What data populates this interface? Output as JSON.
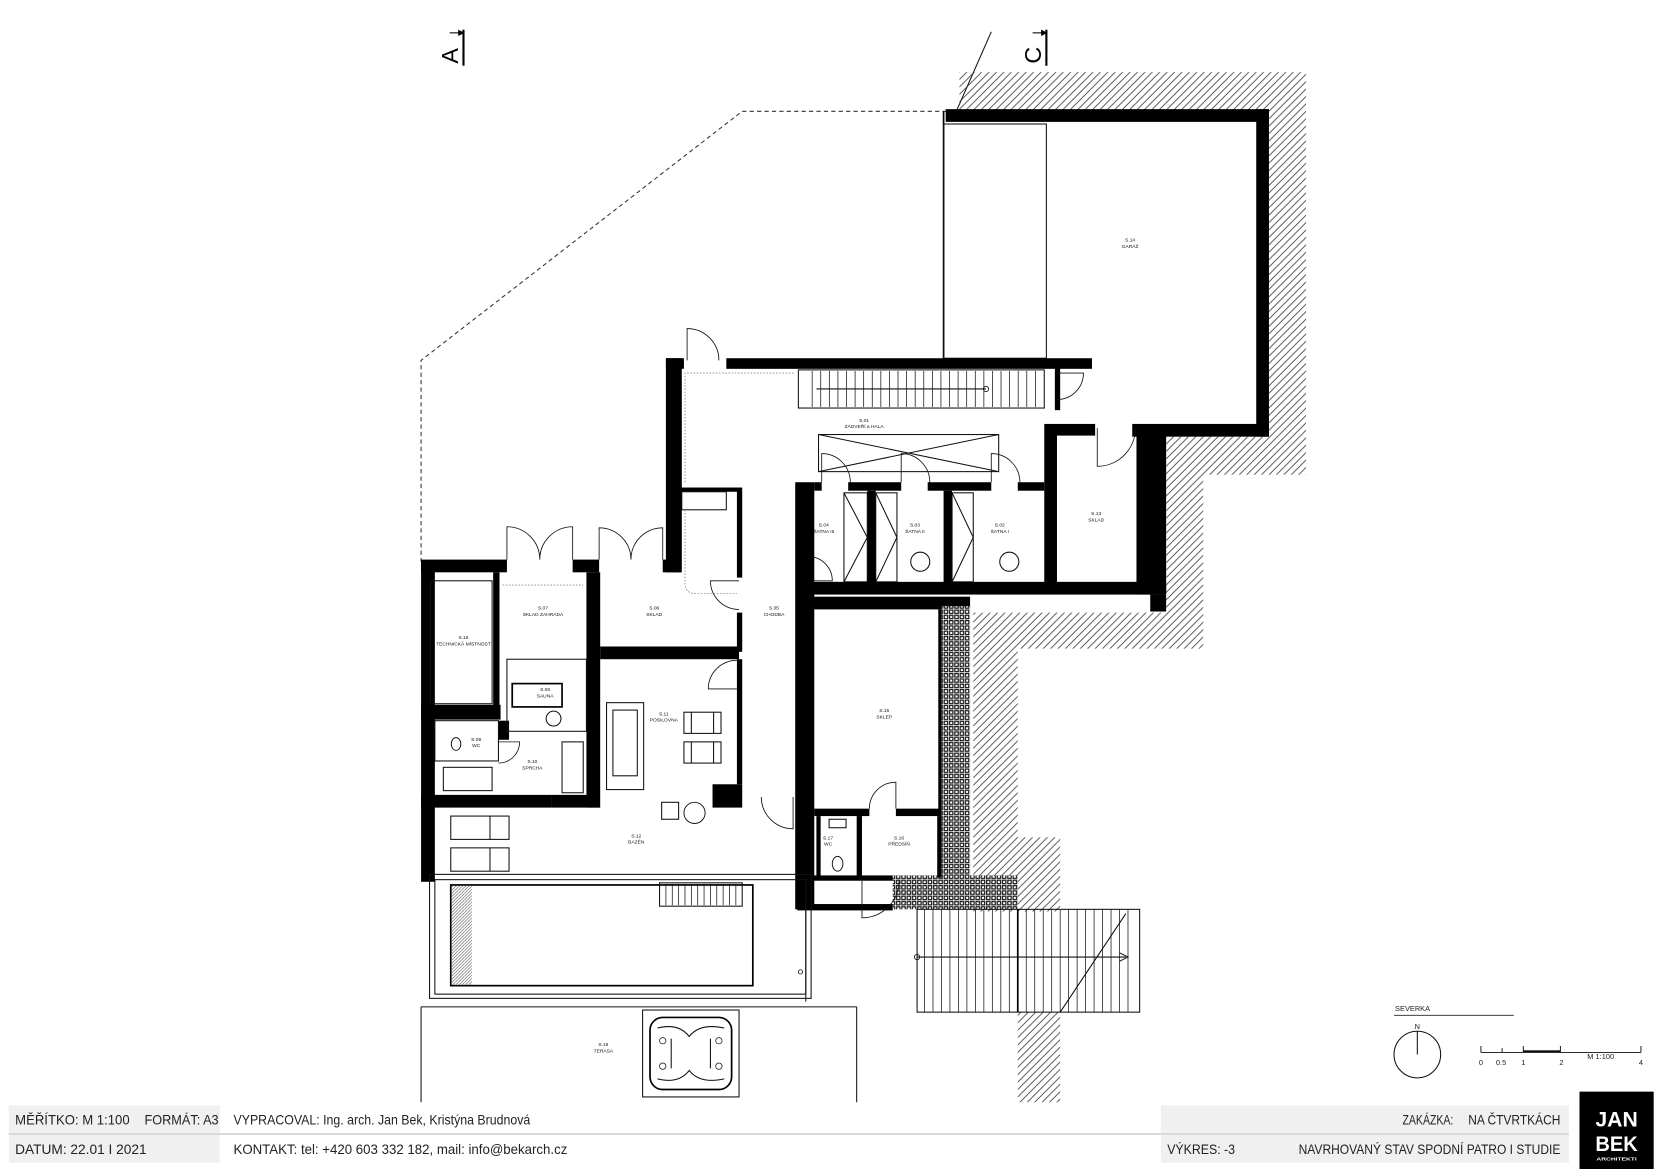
{
  "drawing": {
    "section_markers": [
      "A",
      "C"
    ],
    "rooms": [
      {
        "code": "S.01",
        "name": "ZÁDVEŘÍ a HALA"
      },
      {
        "code": "S.02",
        "name": "ŠATNA I"
      },
      {
        "code": "S.03",
        "name": "ŠATNA II"
      },
      {
        "code": "S.04",
        "name": "ŠATNA III"
      },
      {
        "code": "S.05",
        "name": "CHODBA"
      },
      {
        "code": "S.06",
        "name": "SKLAD"
      },
      {
        "code": "S.07",
        "name": "SKLAD ZAHRADA"
      },
      {
        "code": "S.08",
        "name": "SAUNA"
      },
      {
        "code": "S.09",
        "name": "WC"
      },
      {
        "code": "S.10",
        "name": "SPRCHA"
      },
      {
        "code": "S.11",
        "name": "POSILOVNA"
      },
      {
        "code": "S.12",
        "name": "BAZÉN"
      },
      {
        "code": "S.13",
        "name": "SKLAD"
      },
      {
        "code": "S.14",
        "name": "GARÁŽ"
      },
      {
        "code": "S.15",
        "name": "SKLEP"
      },
      {
        "code": "S.16",
        "name": "PŘEDSÍŇ"
      },
      {
        "code": "S.17",
        "name": "WC"
      },
      {
        "code": "S.18",
        "name": "TECHNICKÁ MÍSTNOST"
      },
      {
        "code": "S.19",
        "name": "TERASA"
      }
    ]
  },
  "legend": {
    "north_title": "SEVERKA",
    "north_letter": "N",
    "scale_ticks": [
      "0",
      "0.5",
      "1",
      "2",
      "4"
    ],
    "scale_label": "M 1:100"
  },
  "title_block": {
    "scale": "MĚŘÍTKO: M 1:100",
    "format": "FORMÁT: A3",
    "authors": "VYPRACOVAL: Ing. arch. Jan Bek, Kristýna Brudnová",
    "date": "DATUM: 22.01 I 2021",
    "contact": "KONTAKT: tel: +420 603 332 182, mail: info@bekarch.cz",
    "project_label": "ZAKÁZKA:",
    "project_name": "NA ČTVRTKÁCH",
    "sheet": "VÝKRES: -3",
    "sheet_title": "NAVRHOVANÝ STAV SPODNÍ PATRO I STUDIE"
  },
  "logo": {
    "line1": "JAN",
    "line2": "BEK",
    "subtitle": "ARCHITEKTI"
  },
  "colors": {
    "walls": "#000000",
    "cell_background": "#f0f0f0",
    "logo_background": "#000000"
  }
}
